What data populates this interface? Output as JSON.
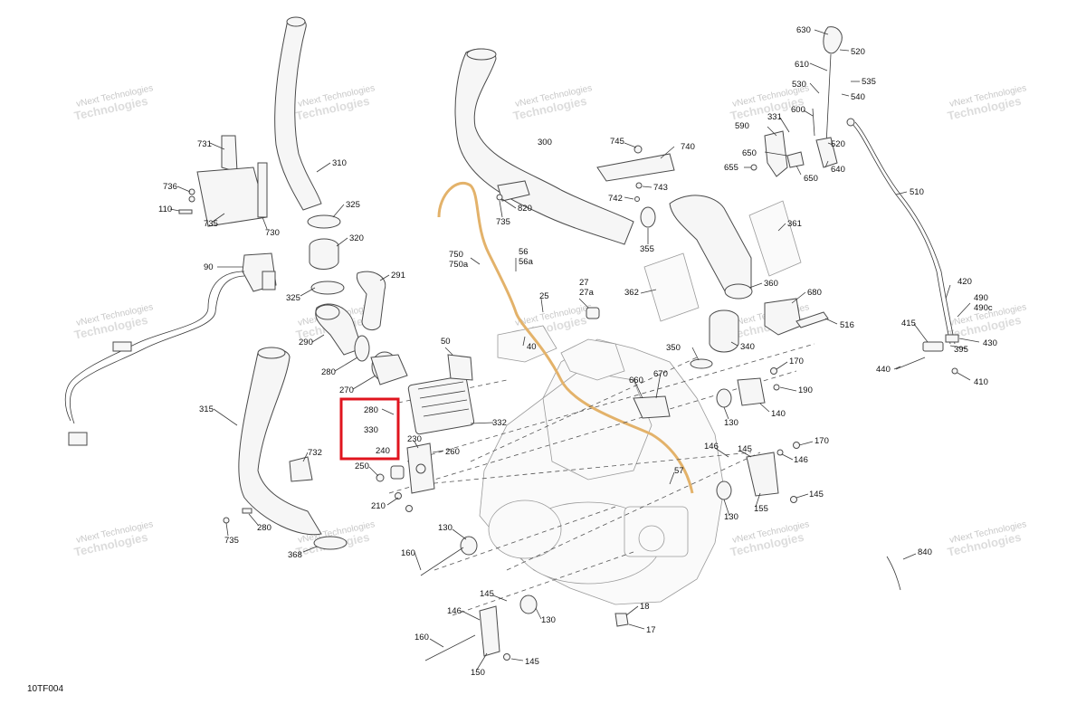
{
  "diagram_code": "10TF004",
  "watermark": {
    "line1": "vNext Technologies",
    "line2": "Technologies"
  },
  "colors": {
    "highlight": "#e0141e",
    "hose": "#e3b26a",
    "line": "#4a4a4a"
  },
  "labels": [
    {
      "id": "l630",
      "text": "630"
    },
    {
      "id": "l520a",
      "text": "520"
    },
    {
      "id": "l610",
      "text": "610"
    },
    {
      "id": "l535",
      "text": "535"
    },
    {
      "id": "l530",
      "text": "530"
    },
    {
      "id": "l540",
      "text": "540"
    },
    {
      "id": "l600",
      "text": "600"
    },
    {
      "id": "l331",
      "text": "331"
    },
    {
      "id": "l590",
      "text": "590"
    },
    {
      "id": "l520b",
      "text": "520"
    },
    {
      "id": "l650a",
      "text": "650"
    },
    {
      "id": "l655",
      "text": "655"
    },
    {
      "id": "l650b",
      "text": "650"
    },
    {
      "id": "l640",
      "text": "640"
    },
    {
      "id": "l510",
      "text": "510"
    },
    {
      "id": "l745",
      "text": "745"
    },
    {
      "id": "l740",
      "text": "740"
    },
    {
      "id": "l743",
      "text": "743"
    },
    {
      "id": "l742",
      "text": "742"
    },
    {
      "id": "l300",
      "text": "300"
    },
    {
      "id": "l820",
      "text": "820"
    },
    {
      "id": "l735a",
      "text": "735"
    },
    {
      "id": "l355",
      "text": "355"
    },
    {
      "id": "l361",
      "text": "361"
    },
    {
      "id": "l360",
      "text": "360"
    },
    {
      "id": "l362",
      "text": "362"
    },
    {
      "id": "l680",
      "text": "680"
    },
    {
      "id": "l516",
      "text": "516"
    },
    {
      "id": "l340",
      "text": "340"
    },
    {
      "id": "l350",
      "text": "350"
    },
    {
      "id": "l731",
      "text": "731"
    },
    {
      "id": "l310",
      "text": "310"
    },
    {
      "id": "l736",
      "text": "736"
    },
    {
      "id": "l110",
      "text": "110"
    },
    {
      "id": "l735b",
      "text": "735"
    },
    {
      "id": "l730",
      "text": "730"
    },
    {
      "id": "l325a",
      "text": "325"
    },
    {
      "id": "l320",
      "text": "320"
    },
    {
      "id": "l325b",
      "text": "325"
    },
    {
      "id": "l291",
      "text": "291"
    },
    {
      "id": "l90",
      "text": "90"
    },
    {
      "id": "l290",
      "text": "290"
    },
    {
      "id": "l280a",
      "text": "280"
    },
    {
      "id": "l270",
      "text": "270"
    },
    {
      "id": "l750",
      "text": "750"
    },
    {
      "id": "l750a",
      "text": "750a"
    },
    {
      "id": "l56",
      "text": "56"
    },
    {
      "id": "l56a",
      "text": "56a"
    },
    {
      "id": "l27",
      "text": "27"
    },
    {
      "id": "l27a",
      "text": "27a"
    },
    {
      "id": "l25",
      "text": "25"
    },
    {
      "id": "l50",
      "text": "50"
    },
    {
      "id": "l40",
      "text": "40"
    },
    {
      "id": "l332",
      "text": "332"
    },
    {
      "id": "l280b",
      "text": "280"
    },
    {
      "id": "l330",
      "text": "330"
    },
    {
      "id": "l240",
      "text": "240"
    },
    {
      "id": "l230",
      "text": "230"
    },
    {
      "id": "l260",
      "text": "260"
    },
    {
      "id": "l250",
      "text": "250"
    },
    {
      "id": "l210",
      "text": "210"
    },
    {
      "id": "l315",
      "text": "315"
    },
    {
      "id": "l732",
      "text": "732"
    },
    {
      "id": "l280c",
      "text": "280"
    },
    {
      "id": "l735c",
      "text": "735"
    },
    {
      "id": "l368",
      "text": "368"
    },
    {
      "id": "l660",
      "text": "660"
    },
    {
      "id": "l670",
      "text": "670"
    },
    {
      "id": "l170a",
      "text": "170"
    },
    {
      "id": "l190",
      "text": "190"
    },
    {
      "id": "l130a",
      "text": "130"
    },
    {
      "id": "l140",
      "text": "140"
    },
    {
      "id": "l146a",
      "text": "146"
    },
    {
      "id": "l145a",
      "text": "145"
    },
    {
      "id": "l170b",
      "text": "170"
    },
    {
      "id": "l146b",
      "text": "146"
    },
    {
      "id": "l155",
      "text": "155"
    },
    {
      "id": "l145b",
      "text": "145"
    },
    {
      "id": "l130b",
      "text": "130"
    },
    {
      "id": "l57",
      "text": "57"
    },
    {
      "id": "l130c",
      "text": "130"
    },
    {
      "id": "l160a",
      "text": "160"
    },
    {
      "id": "l145c",
      "text": "145"
    },
    {
      "id": "l146c",
      "text": "146"
    },
    {
      "id": "l130d",
      "text": "130"
    },
    {
      "id": "l18",
      "text": "18"
    },
    {
      "id": "l17",
      "text": "17"
    },
    {
      "id": "l160b",
      "text": "160"
    },
    {
      "id": "l150",
      "text": "150"
    },
    {
      "id": "l145d",
      "text": "145"
    },
    {
      "id": "l415",
      "text": "415"
    },
    {
      "id": "l420",
      "text": "420"
    },
    {
      "id": "l490",
      "text": "490"
    },
    {
      "id": "l490c",
      "text": "490c"
    },
    {
      "id": "l395",
      "text": "395"
    },
    {
      "id": "l430",
      "text": "430"
    },
    {
      "id": "l440",
      "text": "440"
    },
    {
      "id": "l410",
      "text": "410"
    },
    {
      "id": "l840",
      "text": "840"
    }
  ]
}
